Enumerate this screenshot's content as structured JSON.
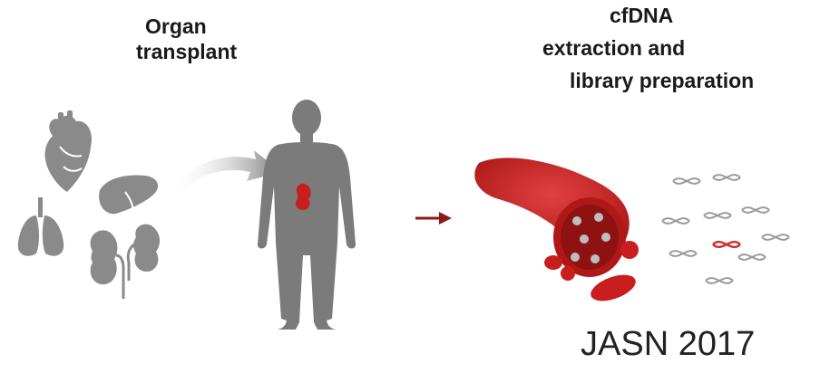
{
  "organ_transplant": {
    "title_line1": "Organ",
    "title_line2": "transplant",
    "organs": [
      "heart-icon",
      "liver-icon",
      "lungs-icon",
      "kidney-icon",
      "kidney-icon"
    ],
    "figure": "human-body-icon",
    "transplanted_organ": "kidney-icon"
  },
  "cfdna_panel": {
    "title_line1": "cfDNA",
    "title_line2": "extraction and",
    "title_line3": "library preparation",
    "vessel": "blood-vessel-icon",
    "fragments": "dna-fragment-icon"
  },
  "citation": "JASN 2017",
  "colors": {
    "organ_gray": "#8a8a8a",
    "body_gray": "#7b7b7b",
    "blood_red": "#c81e1e",
    "dark_red": "#8b1a1a",
    "donor_dna_red": "#d32f2f",
    "host_dna_gray": "#9a9a9a"
  }
}
